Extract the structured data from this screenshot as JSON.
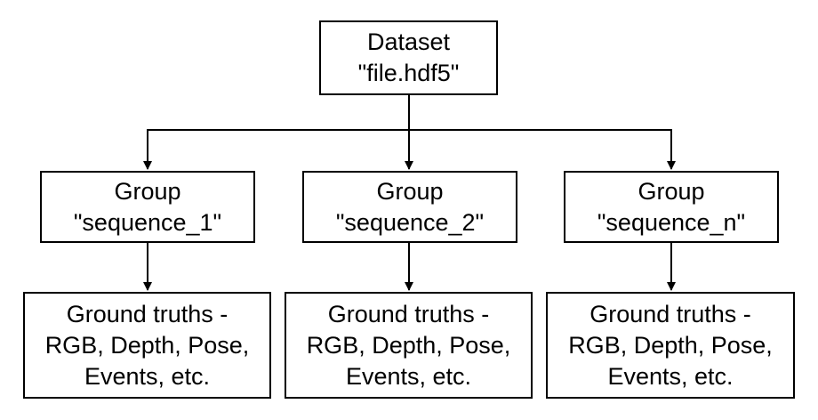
{
  "root": {
    "line1": "Dataset",
    "line2": "\"file.hdf5\""
  },
  "groups": [
    {
      "line1": "Group",
      "line2": "\"sequence_1\""
    },
    {
      "line1": "Group",
      "line2": "\"sequence_2\""
    },
    {
      "line1": "Group",
      "line2": "\"sequence_n\""
    }
  ],
  "leaves": [
    {
      "line1": "Ground truths -",
      "line2": "RGB, Depth, Pose,",
      "line3": "Events, etc."
    },
    {
      "line1": "Ground truths -",
      "line2": "RGB, Depth, Pose,",
      "line3": "Events, etc."
    },
    {
      "line1": "Ground truths -",
      "line2": "RGB, Depth, Pose,",
      "line3": "Events, etc."
    }
  ],
  "colors": {
    "stroke": "#000000",
    "fill": "#ffffff",
    "text": "#000000"
  }
}
